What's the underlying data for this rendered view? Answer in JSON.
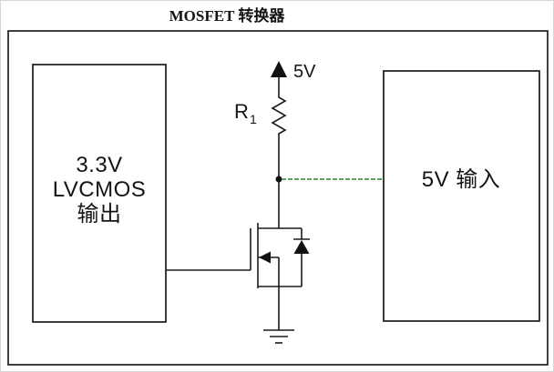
{
  "title": "MOSFET 转换器",
  "left_box": {
    "lines": [
      "3.3V",
      "LVCMOS",
      "输出"
    ]
  },
  "right_box": {
    "label": "5V 输入"
  },
  "power": {
    "label": "5V"
  },
  "resistor": {
    "label_base": "R",
    "label_sub": "1"
  },
  "colors": {
    "line": "#1a1a1a",
    "green_wire": "#5aa05a",
    "background": "#ffffff"
  }
}
